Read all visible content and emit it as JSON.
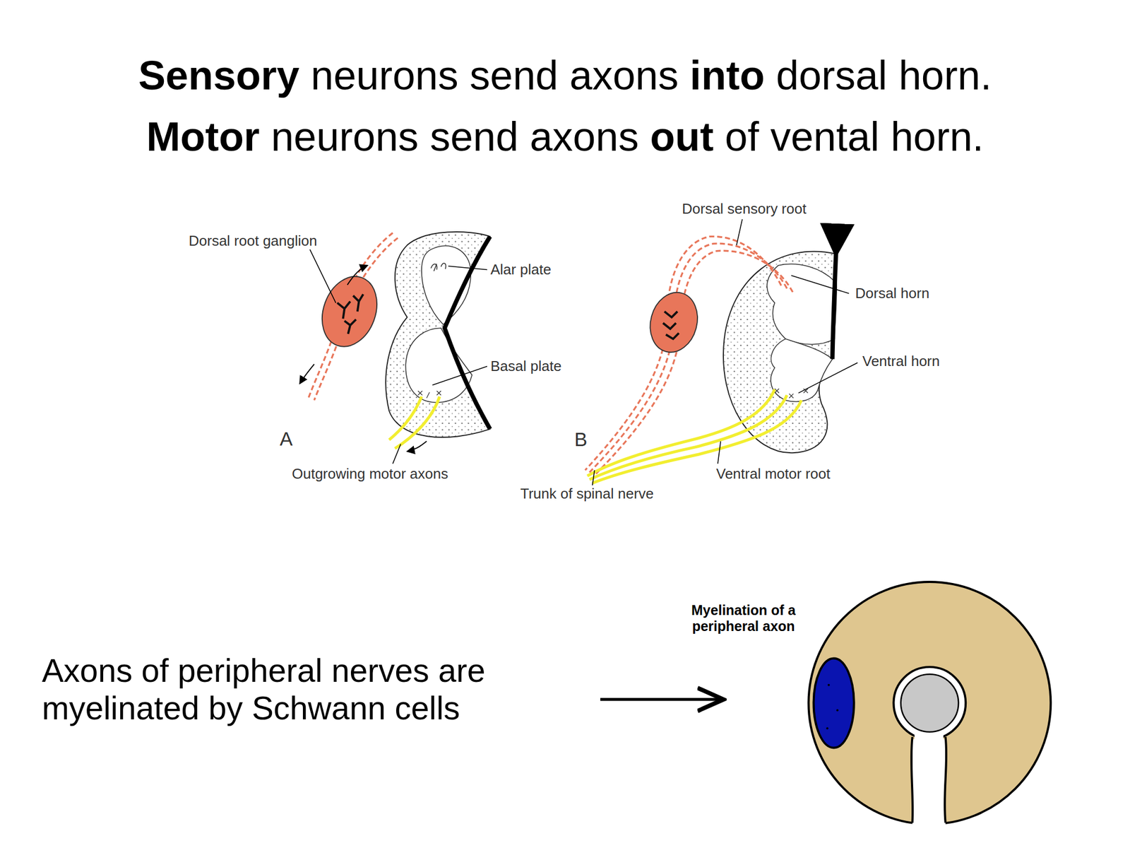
{
  "diagram": {
    "title": "Sensory neurons send axons into dorsal horn. Motor neurons send axons out of vental horn.",
    "labels": [
      "Dorsal root ganglion",
      "Alar plate",
      "Basal plate",
      "A",
      "Outgrowing motor axons",
      "Dorsal sensory root",
      "Dorsal horn",
      "Ventral horn",
      "B",
      "Ventral motor root",
      "Trunk of spinal nerve",
      "Myelination of a peripheral axon",
      "Axons of peripheral nerves are myelinated by Schwann cells"
    ]
  }
}
